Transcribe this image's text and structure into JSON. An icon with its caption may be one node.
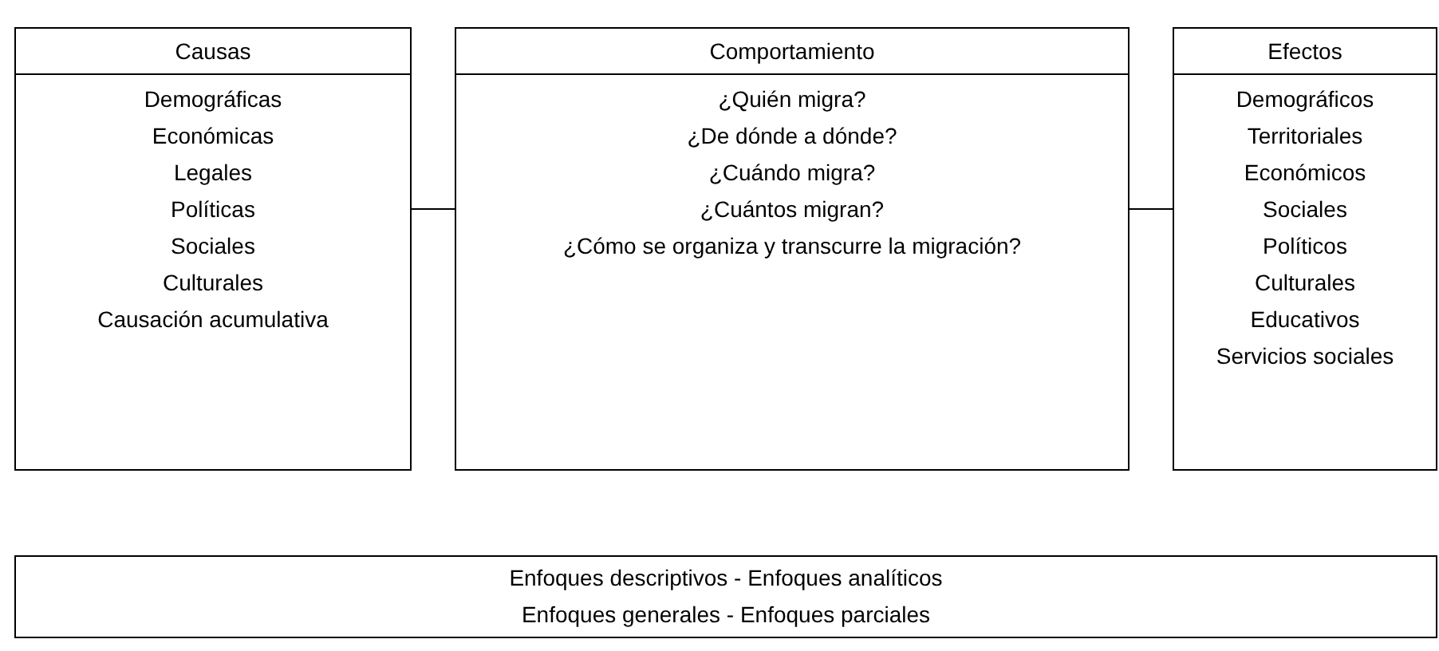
{
  "diagram": {
    "nodes": [
      {
        "text": [
          "Causas",
          "Demográficas",
          "Económicas",
          "Legales",
          "Políticas",
          "Sociales",
          "Culturales",
          "Causación acumulativa"
        ]
      },
      {
        "text": [
          "Comportamiento",
          "¿Quién migra?",
          "¿De dónde a dónde?",
          "¿Cuándo migra?",
          "¿Cuántos migran?",
          "¿Cómo se organiza y transcurre la migración?"
        ]
      },
      {
        "text": [
          "Efectos",
          "Demográficos",
          "Territoriales",
          "Económicos",
          "Sociales",
          "Políticos",
          "Culturales",
          "Educativos",
          "Servicios sociales"
        ]
      },
      {
        "text": [
          "Enfoques descriptivos - Enfoques analíticos",
          "Enfoques generales - Enfoques parciales"
        ]
      }
    ],
    "edges": [
      {
        "from": 0,
        "to": 1,
        "arrow": "none"
      },
      {
        "from": 1,
        "to": 2,
        "arrow": "none"
      }
    ]
  }
}
